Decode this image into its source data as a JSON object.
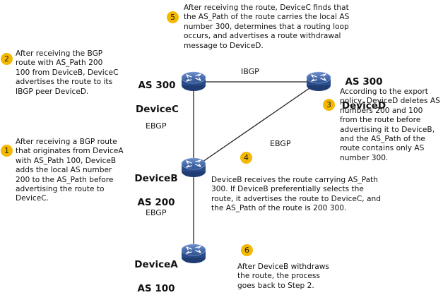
{
  "nodes": {
    "devicec": {
      "as_label": "AS 300",
      "device_label": "DeviceC"
    },
    "deviced": {
      "as_label": "AS 300",
      "device_label": "DeviceD"
    },
    "deviceb": {
      "device_label": "DeviceB",
      "as_label": "AS 200"
    },
    "devicea": {
      "device_label": "DeviceA",
      "as_label": "AS 100"
    }
  },
  "links": {
    "c_d": "IBGP",
    "c_b": "EBGP",
    "b_d": "EBGP",
    "b_a": "EBGP"
  },
  "steps": [
    {
      "number": "1",
      "text": "After receiving a BGP route\nthat originates from DeviceA\nwith AS_Path 100, DeviceB\nadds the local AS number\n200 to the AS_Path before\nadvertising the route to\nDeviceC."
    },
    {
      "number": "2",
      "text": "After receiving the BGP\nroute with AS_Path 200\n100 from DeviceB, DeviceC\nadvertises the route to its\nIBGP peer DeviceD."
    },
    {
      "number": "3",
      "text": "According to the export\npolicy, DeviceD deletes AS\nnumbers 200 and 100\nfrom the route before\nadvertising it to DeviceB,\nand the AS_Path of the\nroute contains only AS\nnumber 300."
    },
    {
      "number": "4",
      "text": "DeviceB receives the route carrying AS_Path\n300. If DeviceB preferentially selects the\nroute, it advertises the route to DeviceC, and\nthe AS_Path of the route is 200 300."
    },
    {
      "number": "5",
      "text": "After receiving the route, DeviceC finds that\nthe AS_Path of the route carries the local AS\nnumber 300, determines that a routing loop\noccurs, and advertises a route withdrawal\nmessage to DeviceD."
    },
    {
      "number": "6",
      "text": "After DeviceB withdraws\nthe route, the process\ngoes back to Step 2."
    }
  ],
  "colors": {
    "router_body": "#2f5597",
    "router_top": "#5b7fbf",
    "link": "#222222",
    "badge": "#f5b800"
  },
  "icons": {
    "router": "router-icon"
  }
}
